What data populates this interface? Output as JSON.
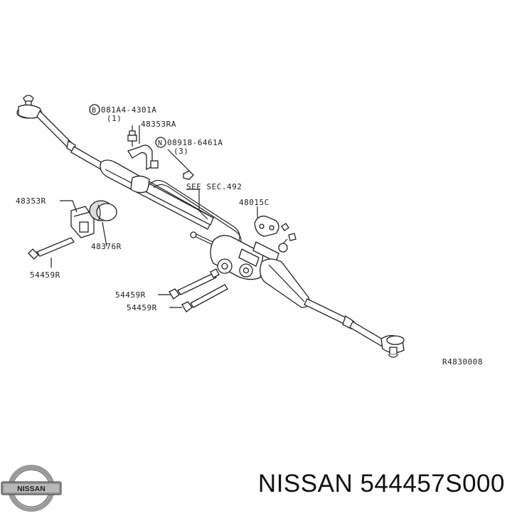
{
  "diagram": {
    "labels": {
      "bolt_b": "081A4-4301A",
      "bolt_b_qty": "(1)",
      "clamp": "48353RA",
      "nut_n": "08918-6461A",
      "nut_n_qty": "(3)",
      "see_sec": "SEE SEC.492",
      "bracket_left": "48353R",
      "bushing": "48376R",
      "plate": "48015C",
      "bolt_left": "54459R",
      "bolt_mid_1": "54459R",
      "bolt_mid_2": "54459R",
      "ref_code": "R4830008"
    },
    "markers": {
      "b": "B",
      "n": "N"
    }
  },
  "brand": {
    "logo_text": "NISSAN",
    "part_line": "NISSAN 544457S000"
  },
  "colors": {
    "ink": "#222222",
    "logo_silver": "#9a9a9a"
  }
}
